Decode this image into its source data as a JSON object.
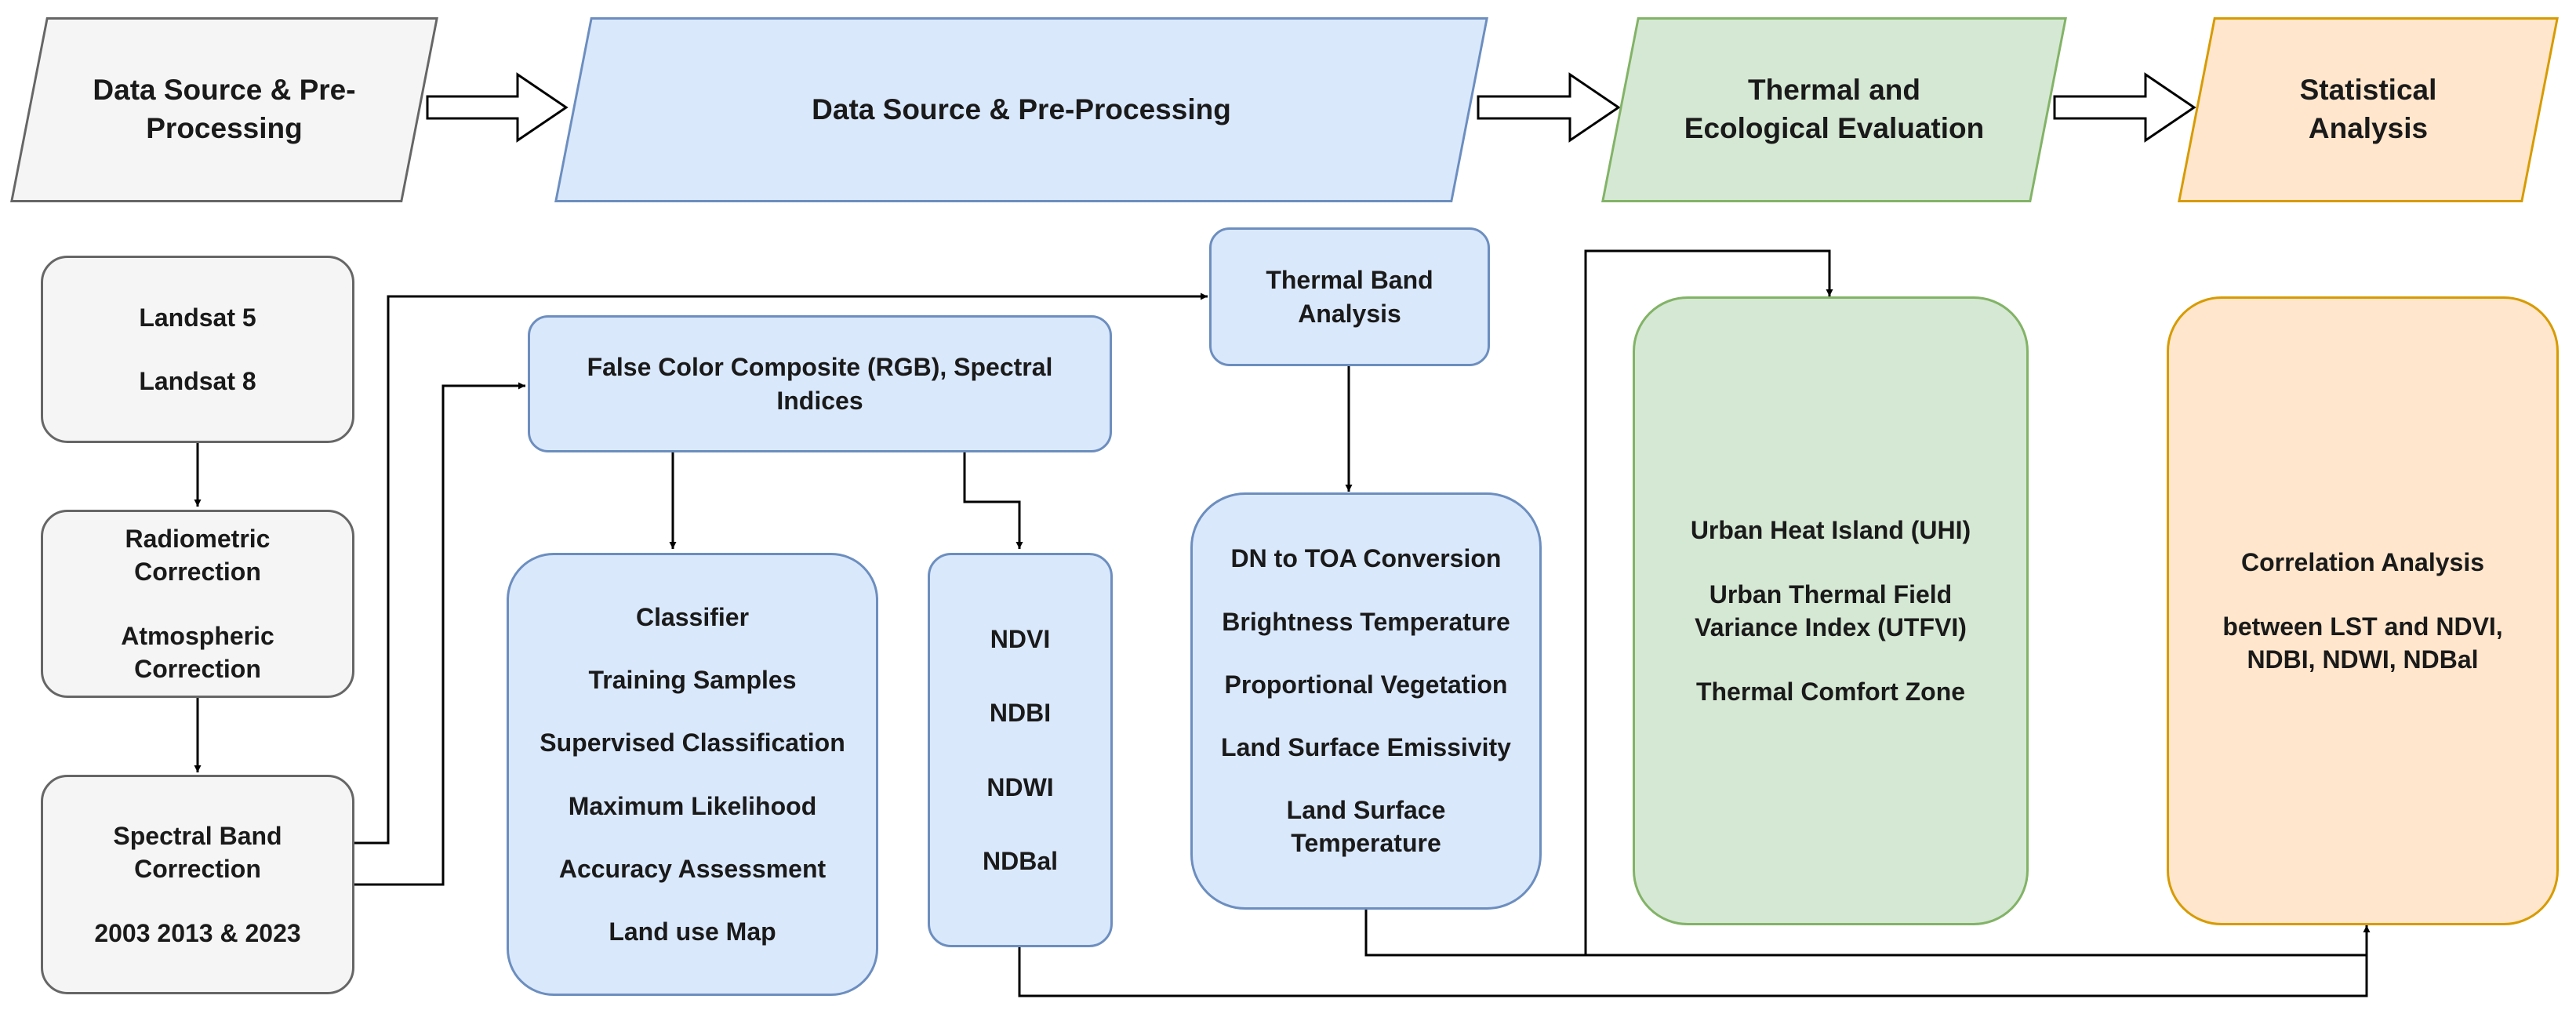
{
  "headers": {
    "h1": "Data Source & Pre-Processing",
    "h2": "Data Source & Pre-Processing",
    "h3": "Thermal and Ecological Evaluation",
    "h4": "Statistical Analysis"
  },
  "landsat": [
    "Landsat 5",
    "Landsat 8"
  ],
  "correction": [
    "Radiometric Correction",
    "Atmospheric Correction"
  ],
  "spectral": [
    "Spectral Band Correction",
    "2003 2013 & 2023"
  ],
  "fcc": "False Color Composite (RGB), Spectral Indices",
  "classification": [
    "Classifier",
    "Training Samples",
    "Supervised Classification",
    "Maximum Likelihood",
    "Accuracy Assessment",
    "Land use Map"
  ],
  "indices": [
    "NDVI",
    "NDBI",
    "NDWI",
    "NDBal"
  ],
  "thermal_band": "Thermal Band Analysis",
  "lst_steps": [
    "DN to TOA Conversion",
    "Brightness Temperature",
    "Proportional Vegetation",
    "Land Surface Emissivity",
    "Land Surface Temperature"
  ],
  "thermal_eval": [
    "Urban Heat Island (UHI)",
    "Urban Thermal Field Variance Index (UTFVI)",
    "Thermal Comfort Zone"
  ],
  "stats": [
    "Correlation Analysis",
    "between LST and NDVI, NDBI, NDWI, NDBal"
  ],
  "colors": {
    "gray_fill": "#f5f5f5",
    "gray_stroke": "#666666",
    "blue_fill": "#dae8fc",
    "blue_stroke": "#6c8ebf",
    "green_fill": "#d5e8d4",
    "green_stroke": "#82b366",
    "orange_fill": "#ffe6cc",
    "orange_stroke": "#d79b00"
  }
}
